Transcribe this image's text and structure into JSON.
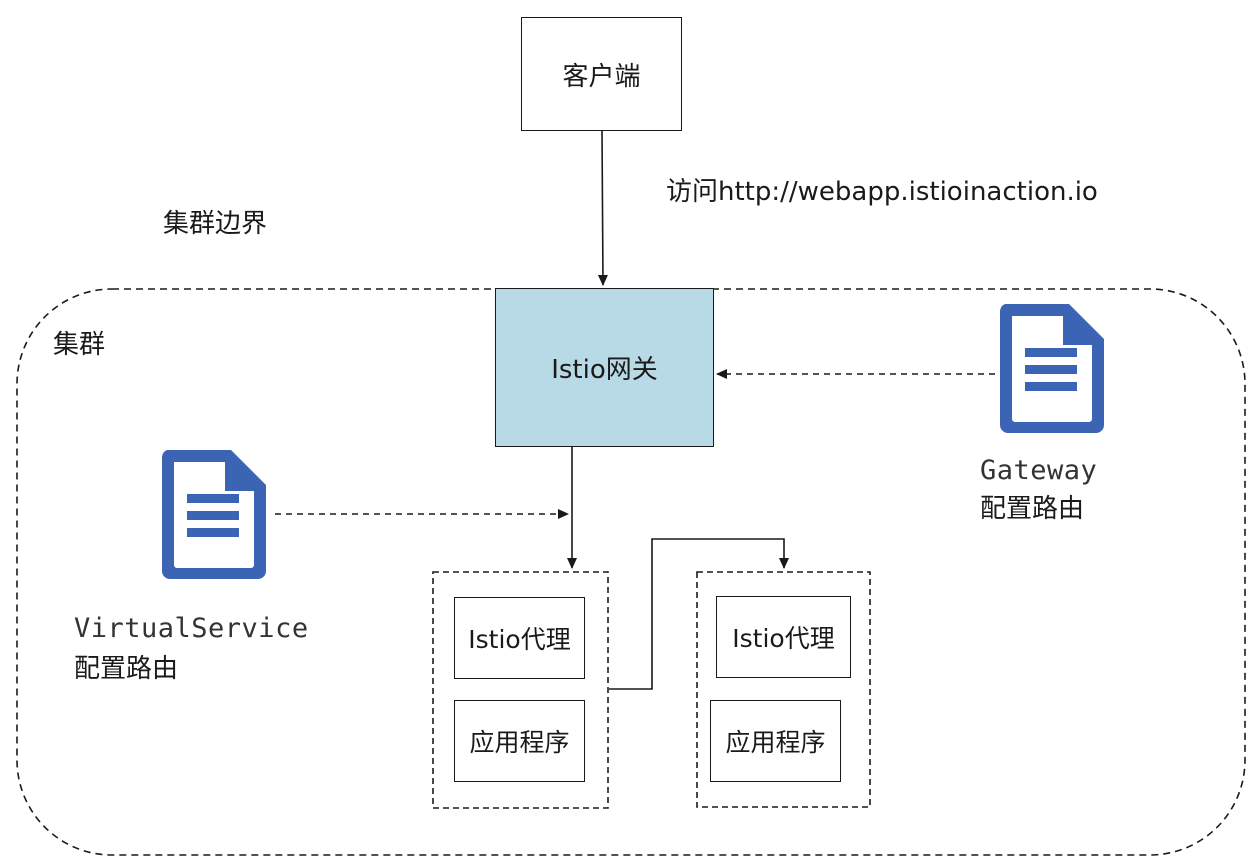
{
  "client": {
    "label": "客户端"
  },
  "access": {
    "label": "访问http://webapp.istioinaction.io"
  },
  "cluster_boundary": {
    "label": "集群边界"
  },
  "cluster": {
    "label": "集群"
  },
  "gateway_node": {
    "label": "Istio网关"
  },
  "gateway_doc": {
    "kind": "Gateway",
    "caption": "配置路由",
    "icon": "document-icon"
  },
  "virtualservice_doc": {
    "kind": "VirtualService",
    "caption": "配置路由",
    "icon": "document-icon"
  },
  "pod_left": {
    "proxy": "Istio代理",
    "app": "应用程序"
  },
  "pod_right": {
    "proxy": "Istio代理",
    "app": "应用程序"
  },
  "colors": {
    "gateway_fill": "#b8d9e6",
    "doc_icon": "#3b64b4",
    "line": "#1a1a1a"
  }
}
